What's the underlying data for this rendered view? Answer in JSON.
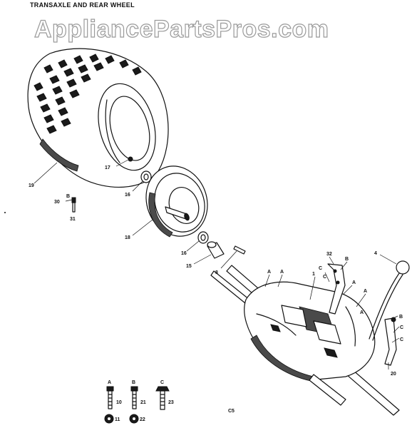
{
  "title": "TRANSAXLE AND REAR WHEEL",
  "watermark": "AppliancePartsPros.com",
  "page_code": "C5",
  "callouts": {
    "c19": "19",
    "c17": "17",
    "c16a": "16",
    "c30": "30",
    "c31": "31",
    "c18": "18",
    "c16b": "16",
    "c15": "15",
    "c8": "8",
    "c32": "32",
    "c4": "4",
    "c1": "1",
    "c20": "20",
    "c10": "10",
    "c21": "21",
    "c23": "23",
    "c11": "11",
    "c22": "22",
    "letterA1": "A",
    "letterA2": "A",
    "letterA3": "A",
    "letterA4": "A",
    "letterA5": "A",
    "letterB1": "B",
    "letterB2": "B",
    "letterB3": "B",
    "letterB4": "B",
    "letterC1": "C",
    "letterC2": "C",
    "letterC3": "C",
    "letterC4": "C",
    "letterB30": "B"
  },
  "hardware_key": {
    "A": "A",
    "B": "B",
    "C": "C"
  }
}
